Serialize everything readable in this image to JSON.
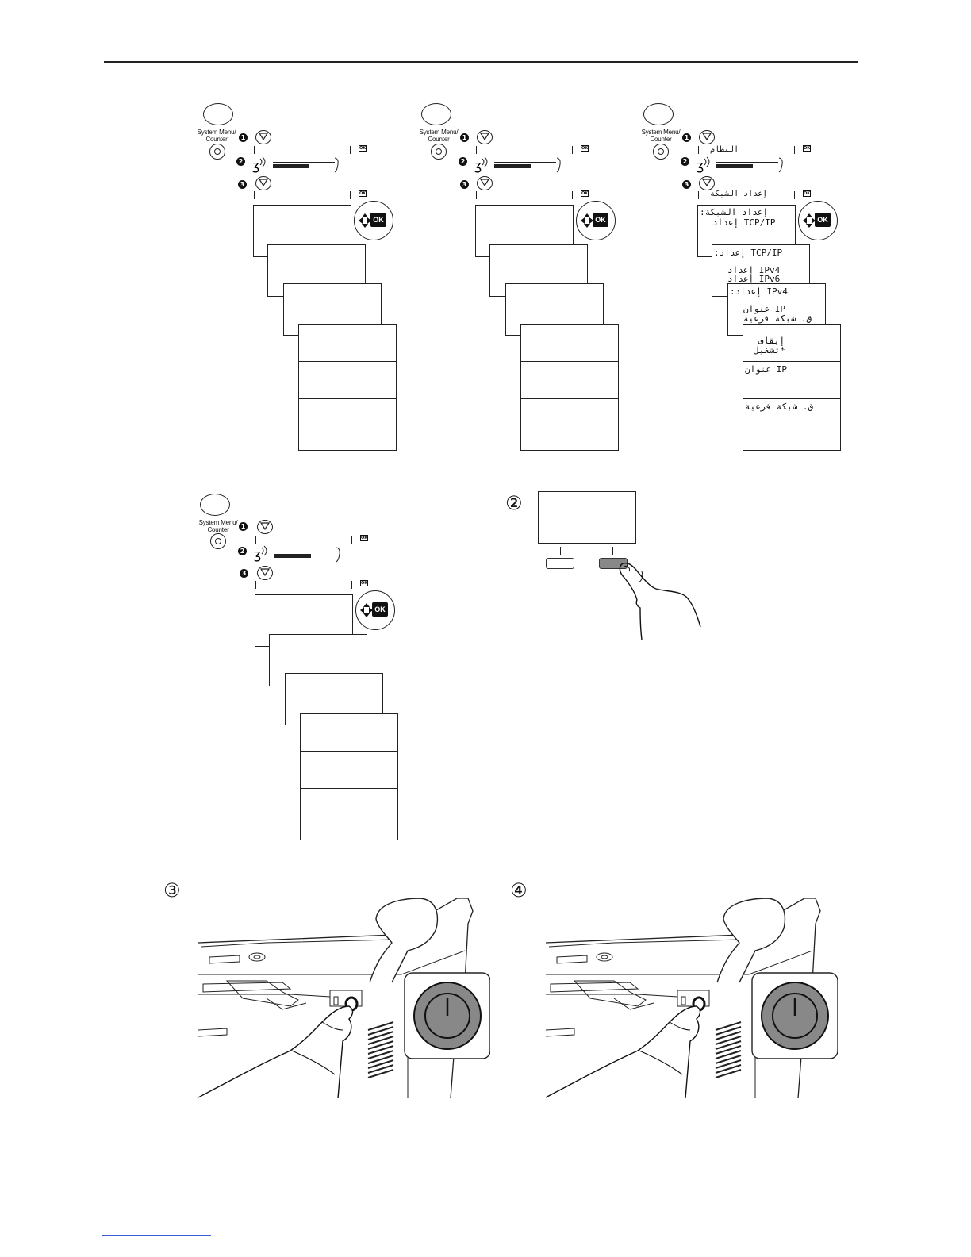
{
  "steps": {
    "step2": "②",
    "step3": "③",
    "step4": "④"
  },
  "system_menu": {
    "label_line1": "System Menu/",
    "label_line2": "Counter"
  },
  "ok_key": "OK",
  "step_numbers": [
    "1",
    "2",
    "3"
  ],
  "arabic": {
    "lcd_system": "النظام",
    "lcd_network_setup": "إعداد الشبكة",
    "panel1_title": "إعداد الشبكة:",
    "panel1_item": "TCP/IP إعداد",
    "panel2_title": "TCP/IP إعداد:",
    "panel2_item1": "IPv4 إعداد",
    "panel2_item2": "IPv6 إعداد",
    "panel3_title": "IPv4 إعداد:",
    "panel3_item1": "IP عنوان",
    "panel3_item2": "ق. شبكة فرعية",
    "panel4_item1": "إيقاف",
    "panel4_item2": "*تشغيل",
    "panel5_item": "IP عنوان",
    "panel6_item": "ق. شبكة فرعية"
  },
  "icons": [
    "system-menu-icon",
    "down-arrow-icon",
    "ok-icon",
    "volume-icon",
    "power-icon",
    "four-way-arrow-icon"
  ]
}
